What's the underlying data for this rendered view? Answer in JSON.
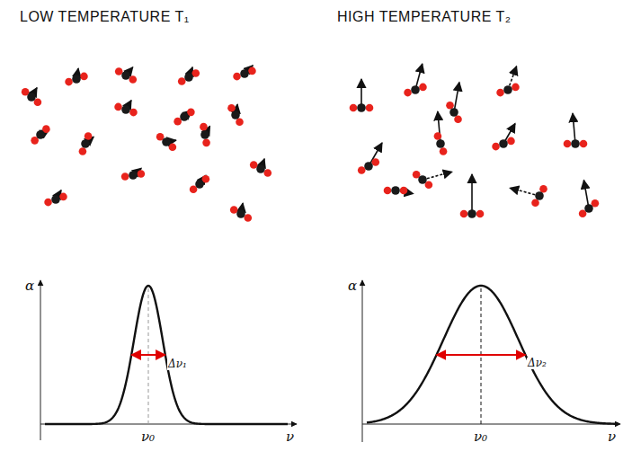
{
  "diagram": {
    "labels": [
      "LOW TEMPERATURE T₁",
      "HIGH TEMPERATURE T₂",
      "α",
      "ν",
      "ν₀",
      "Δν₁",
      "α",
      "ν",
      "ν₀",
      "Δν₂"
    ]
  }
}
